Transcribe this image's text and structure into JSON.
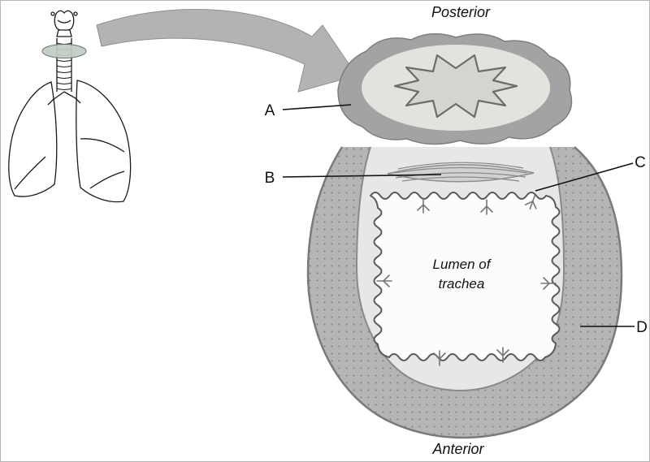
{
  "figure": {
    "orientation": {
      "top": "Posterior",
      "bottom": "Anterior"
    },
    "lumen_caption": {
      "line1": "Lumen of",
      "line2": "trachea"
    },
    "markers": {
      "a": "A",
      "b": "B",
      "c": "C",
      "d": "D"
    }
  },
  "colors": {
    "background": "#ffffff",
    "cartilage": "#b5b5b5",
    "cartilage_dots": "#7d7d7d",
    "inner_wall": "#e7e7e7",
    "lumen": "#fcfcfc",
    "esophagus_outer": "#a3a3a3",
    "esophagus_inner": "#e3e3de",
    "esophagus_lumen": "#d4d4d0",
    "muscle": "#d2d2d2",
    "arrow": "#b3b3b3",
    "disc": "#c2cdc4"
  }
}
